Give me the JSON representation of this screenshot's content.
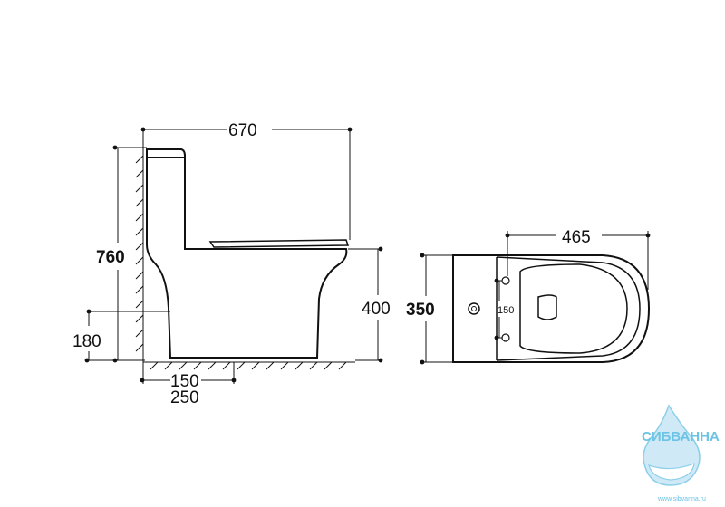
{
  "dimensions": {
    "total_length": "670",
    "total_height": "760",
    "seat_height": "400",
    "outlet_height": "180",
    "outlet_distance_1": "150",
    "outlet_distance_2": "250",
    "top_depth": "465",
    "top_width": "350",
    "bolt_spacing": "150"
  },
  "watermark": {
    "brand": "СИБВАННА",
    "url": "www.sibvanna.ru"
  },
  "colors": {
    "line": "#111111",
    "watermark": "#6cc3e6"
  }
}
